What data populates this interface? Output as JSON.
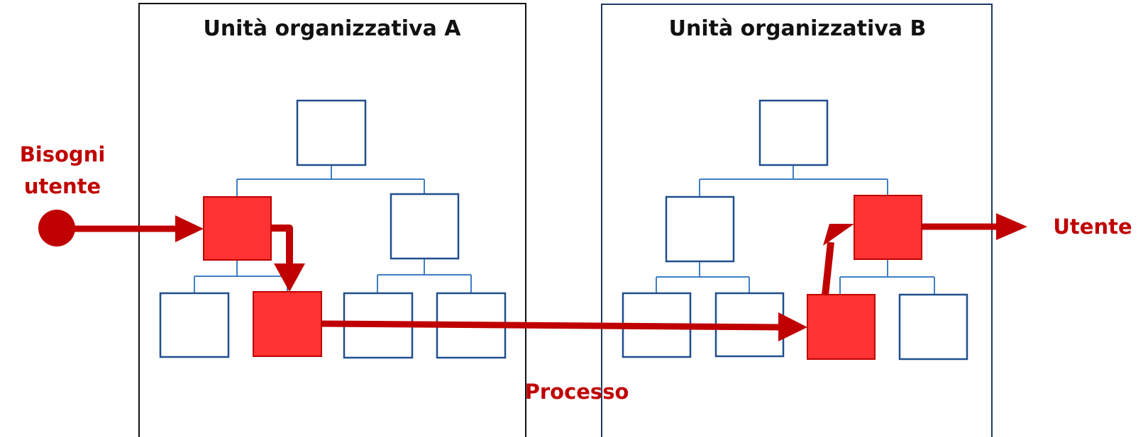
{
  "units": [
    {
      "title": "Unità organizzativa A"
    },
    {
      "title": "Unità organizzativa B"
    }
  ],
  "labels": {
    "input_line1": "Bisogni",
    "input_line2": "utente",
    "output": "Utente",
    "process": "Processo"
  },
  "colors": {
    "unit_a_border": "#111111",
    "unit_b_border": "#1f3864",
    "box_border": "#1f4e8c",
    "connector": "#3f7fc4",
    "process_fill": "#ff3333",
    "process_border": "#c00000",
    "arrow": "#c00000",
    "label": "#c00000"
  },
  "icons": {
    "start": "circle-dot-icon",
    "arrows": "arrow-right-icon"
  }
}
